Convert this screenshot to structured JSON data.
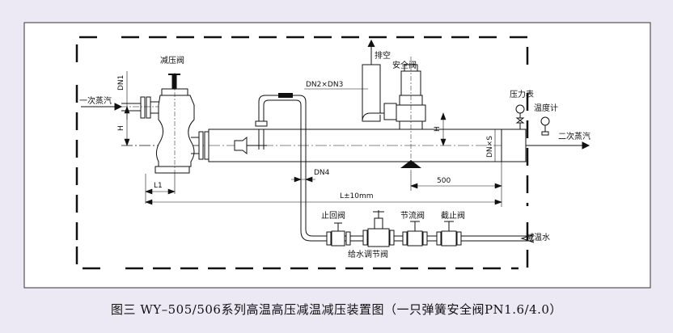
{
  "labels": {
    "primary_steam": "一次蒸汽",
    "secondary_steam": "二次蒸汽",
    "pressure_reducing_valve": "减压阀",
    "vent": "排空",
    "safety_valve": "安全阀",
    "pressure_gauge": "压力表",
    "thermometer": "温度计",
    "check_valve": "止回阀",
    "throttle_valve": "节流阀",
    "stop_valve": "截止阀",
    "desuperheating_water": "减温水",
    "feedwater_control_valve": "给水调节阀"
  },
  "dimensions": {
    "dn1": "DN1",
    "h_left": "H",
    "h_right": "H",
    "dn2_dn3": "DN2×DN3",
    "dn_s": "DN×S",
    "dn4": "DN4",
    "l1": "L1",
    "length": "L±10mm",
    "dist_500": "500"
  },
  "caption": "图三 WY–505/506系列高温高压减温减压装置图（一只弹簧安全阀PN1.6/4.0）"
}
